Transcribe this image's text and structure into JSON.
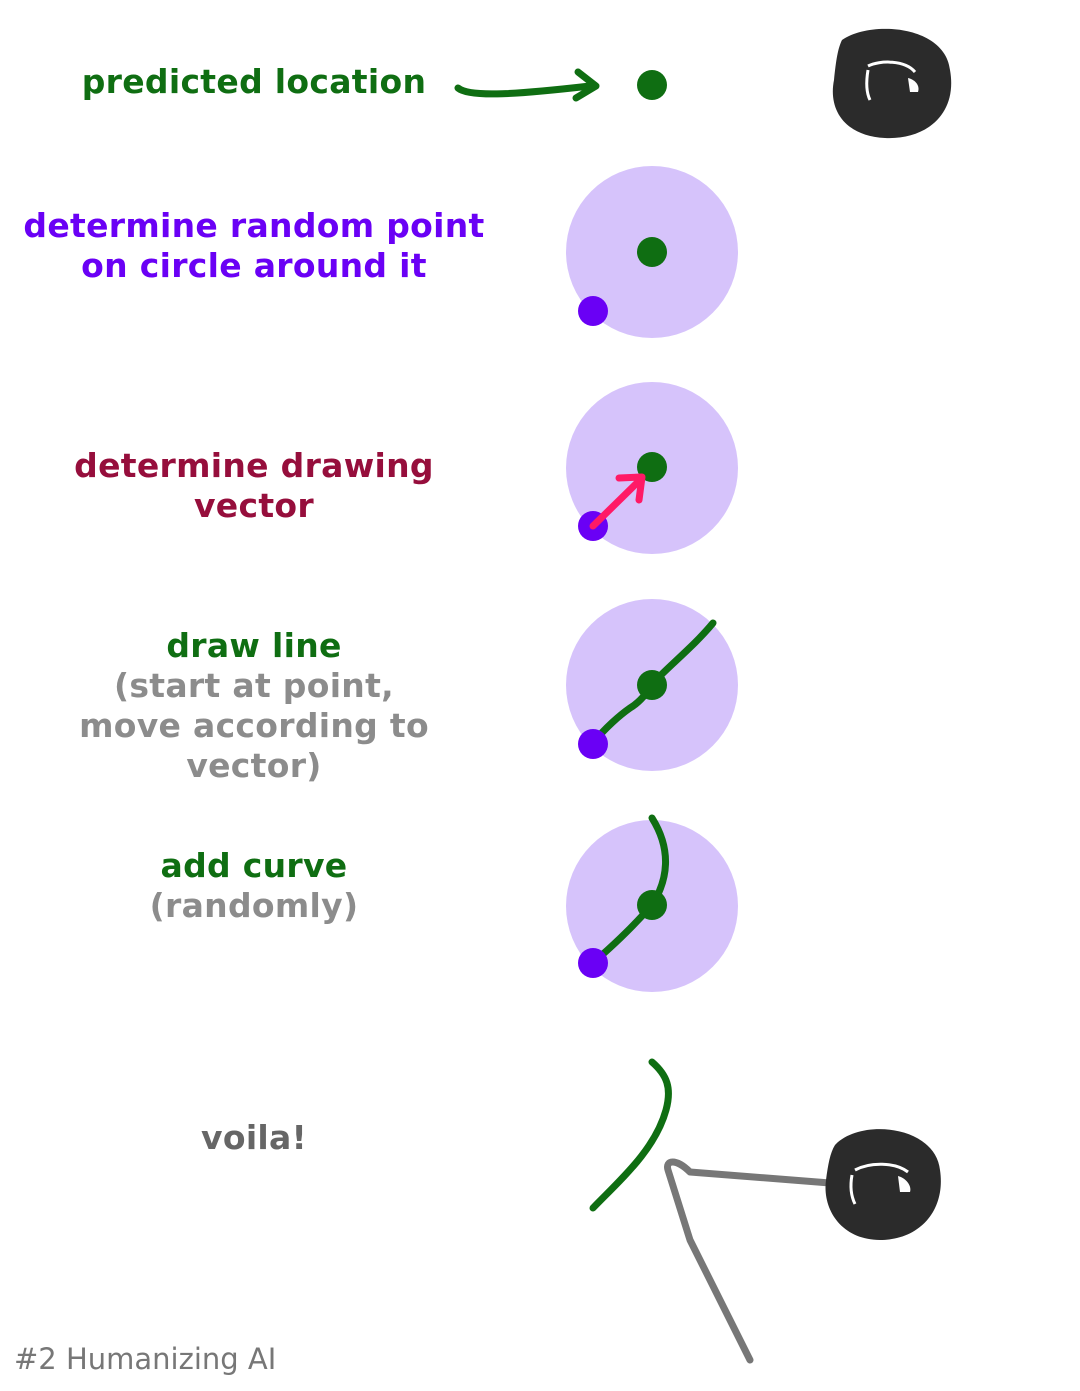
{
  "colors": {
    "green": "#0f6e12",
    "purple": "#6a00f5",
    "maroon": "#960e3c",
    "gray": "#8c8c8c",
    "darkgray": "#666666",
    "lavender": "#d6c3fb",
    "pink": "#ff1a66",
    "blob": "#2b2b2b"
  },
  "steps": [
    {
      "title": "predicted location"
    },
    {
      "title": "determine random point",
      "title2": "on circle around it"
    },
    {
      "title": "determine drawing vector"
    },
    {
      "title": "draw line",
      "detail": "(start at point,",
      "detail2": "move according to vector)"
    },
    {
      "title": "add curve",
      "detail": "(randomly)"
    },
    {
      "title": "voila!"
    }
  ],
  "footer": "#2 Humanizing AI",
  "icons": [
    "arrow-icon",
    "cursor-icon",
    "mouse-cursor-icon"
  ]
}
